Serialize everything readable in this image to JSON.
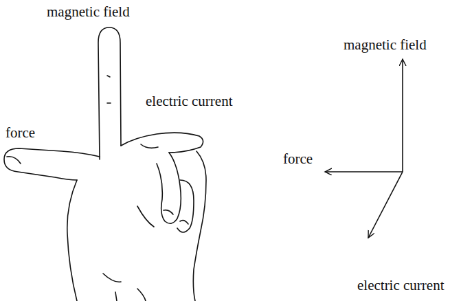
{
  "diagram": {
    "labels": [
      "magnetic field",
      "electric current",
      "force",
      "magnetic field",
      "force",
      "electric current"
    ]
  }
}
